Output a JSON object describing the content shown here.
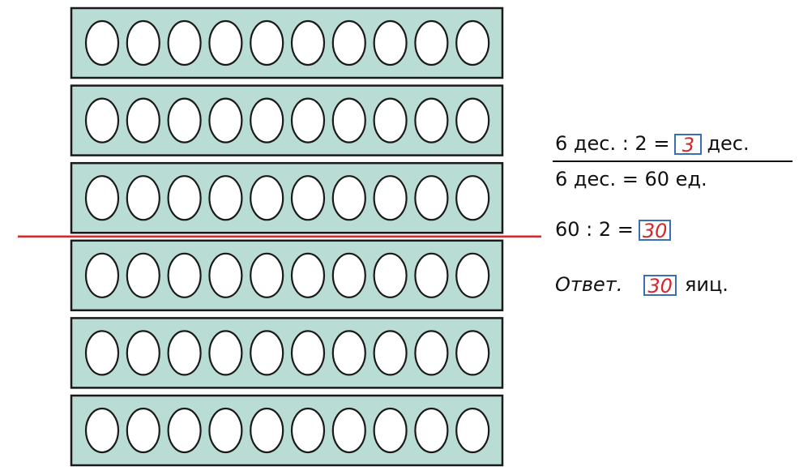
{
  "figure": {
    "tray_count": 6,
    "eggs_per_tray": 10,
    "tray_color": "#b9dcd5",
    "divider_color": "#d6292c",
    "divider_after_tray": 3
  },
  "solution": {
    "line1": {
      "left": "6 дес. : 2 =",
      "answer": "3",
      "unit": "дес."
    },
    "line2": {
      "text": "6 дес. = 60 ед."
    },
    "line3": {
      "left": "60 : 2 =",
      "answer": "30"
    },
    "line4": {
      "label": "Ответ.",
      "answer": "30",
      "unit": "яиц."
    }
  }
}
